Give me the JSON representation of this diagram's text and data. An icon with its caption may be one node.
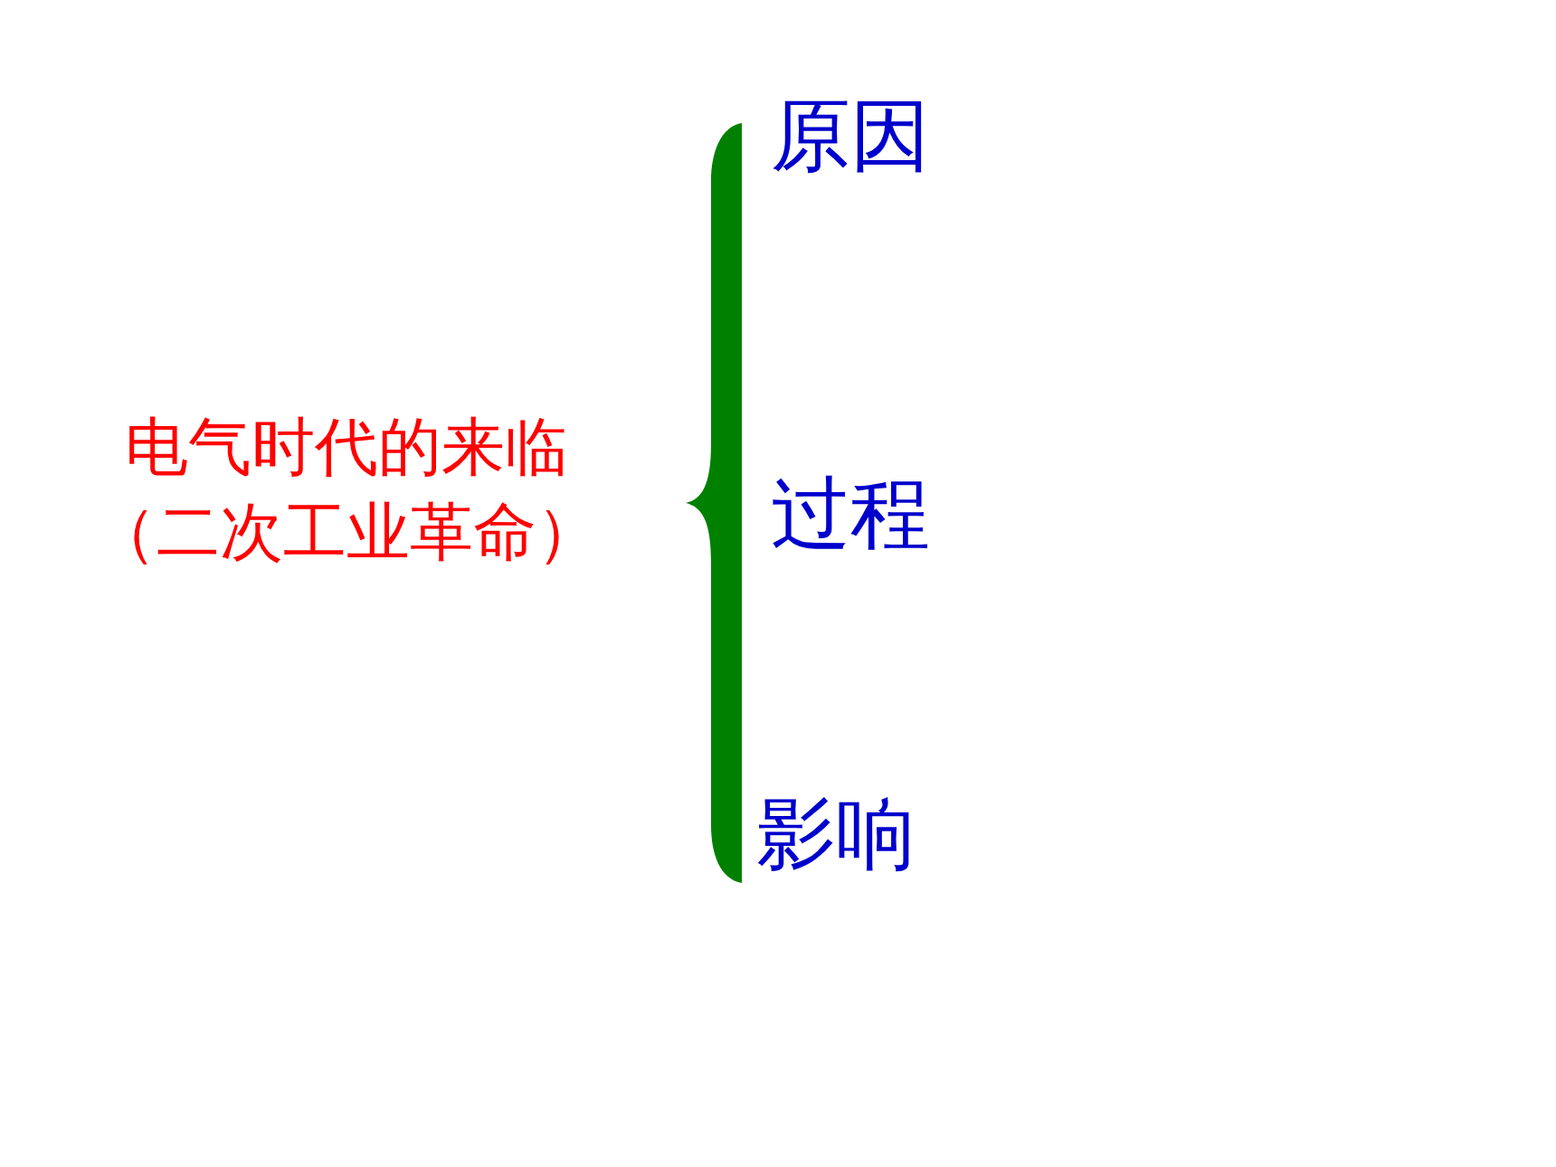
{
  "diagram": {
    "nodes": [
      {
        "text": [],
        "shape": "brace"
      }
    ],
    "labels": [
      "电气时代的来临（二次工业革命）",
      "原因",
      "过程",
      "影响"
    ]
  }
}
